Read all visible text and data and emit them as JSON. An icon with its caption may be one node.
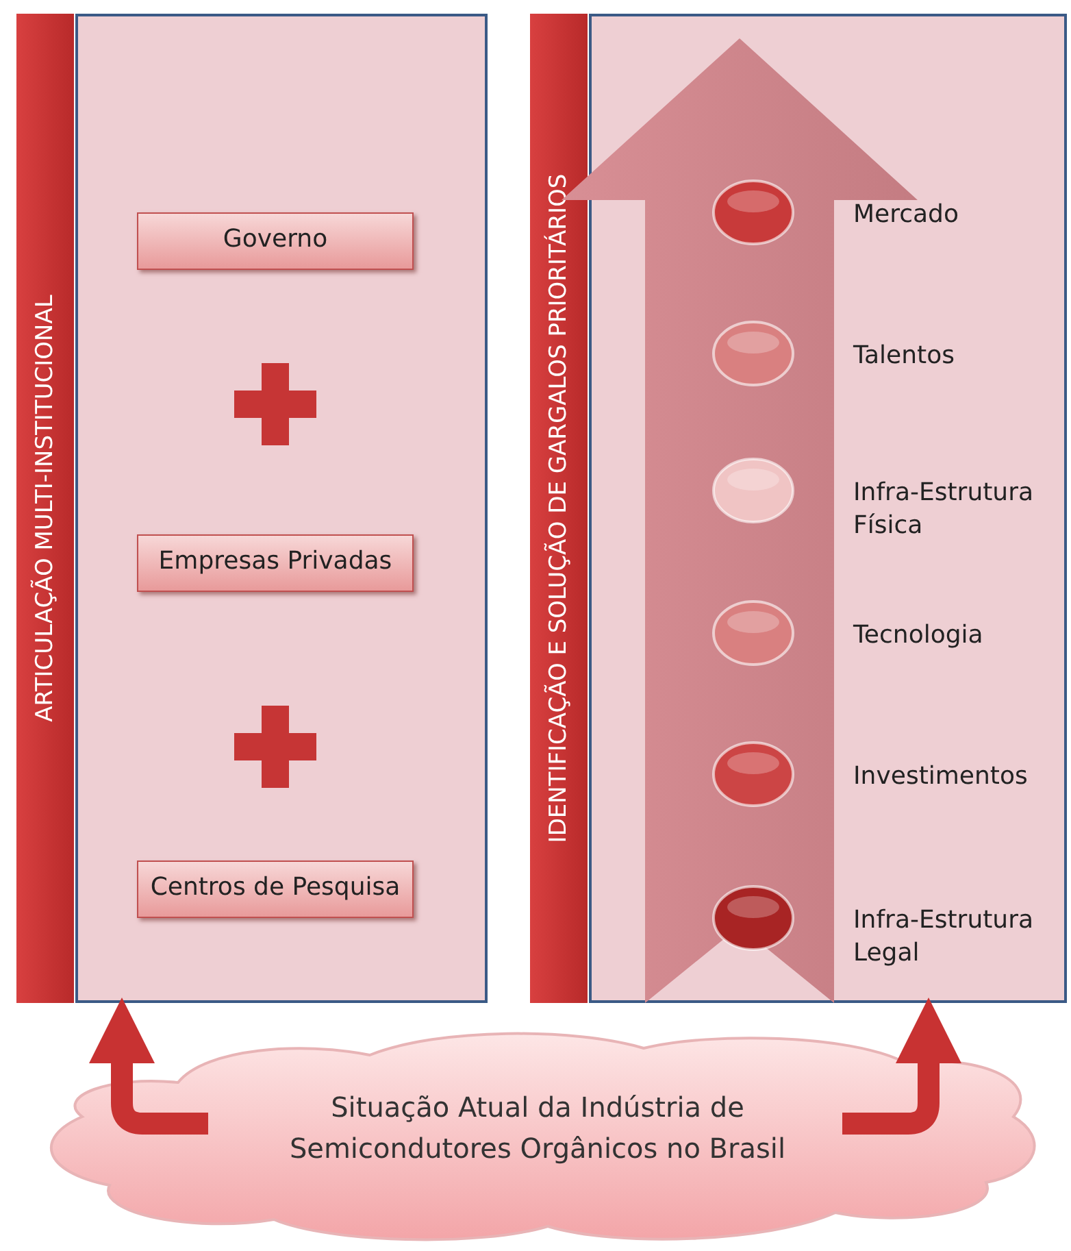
{
  "diagram": {
    "nodes": [
      {
        "text": [
          "ARTICULAÇÃO MULTI-INSTITUCIONAL"
        ]
      },
      {
        "text": [
          "Governo"
        ],
        "in": 0
      },
      {
        "text": [
          "Empresas Privadas"
        ],
        "in": 0
      },
      {
        "text": [
          "Centros de Pesquisa"
        ],
        "in": 0
      },
      {
        "text": [
          "IDENTIFICAÇÃO E SOLUÇÃO DE GARGALOS PRIORITÁRIOS"
        ]
      },
      {
        "text": [],
        "shape": "circle",
        "in": 4,
        "beside": [
          "Mercado"
        ]
      },
      {
        "text": [],
        "shape": "circle",
        "in": 4,
        "beside": [
          "Talentos"
        ]
      },
      {
        "text": [],
        "shape": "circle",
        "in": 4,
        "beside": [
          "Infra-Estrutura Física"
        ]
      },
      {
        "text": [],
        "shape": "circle",
        "in": 4,
        "beside": [
          "Tecnologia"
        ]
      },
      {
        "text": [],
        "shape": "circle",
        "in": 4,
        "beside": [
          "Investimentos"
        ]
      },
      {
        "text": [],
        "shape": "circle",
        "in": 4,
        "beside": [
          "Infra-Estrutura Legal"
        ]
      },
      {
        "text": [
          "Situação Atual da Indústria de Semicondutores Orgânicos no Brasil"
        ]
      }
    ],
    "edges": [
      {
        "from": 11,
        "to": 0,
        "arrow": "to"
      },
      {
        "from": 11,
        "to": 4,
        "arrow": "to"
      }
    ]
  }
}
